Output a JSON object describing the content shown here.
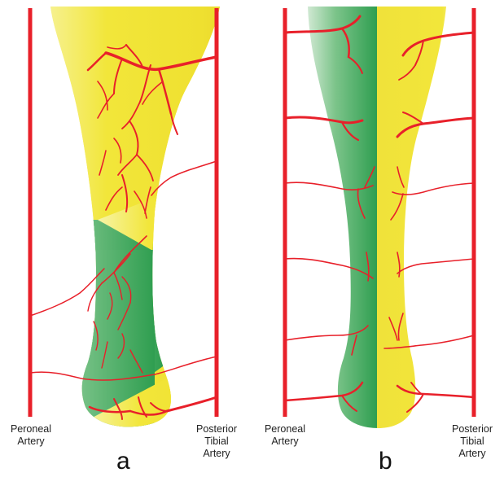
{
  "panels": [
    {
      "letter": "a",
      "left_label": "Peroneal\nArtery",
      "right_label": "Posterior\nTibial\nArtery"
    },
    {
      "letter": "b",
      "left_label": "Peroneal\nArtery",
      "right_label": "Posterior\nTibial\nArtery"
    }
  ],
  "colors": {
    "artery": "#e8202a",
    "bone_yellow": "#f2e83a",
    "bone_green": "#3aa85a"
  }
}
